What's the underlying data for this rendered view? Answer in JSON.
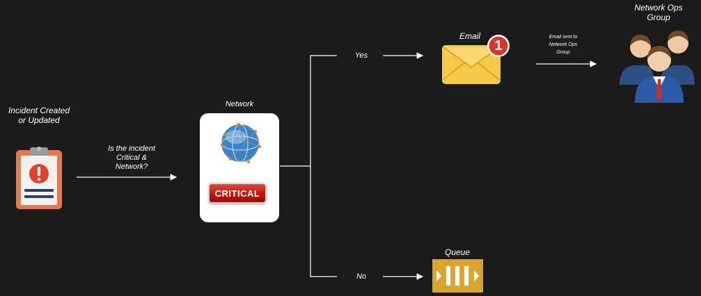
{
  "nodes": {
    "incident": {
      "label_line1": "Incident Created",
      "label_line2": "or Updated"
    },
    "decision": {
      "line1": "Is the incident",
      "line2": "Critical &",
      "line3": "Network?"
    },
    "network": {
      "title": "Network",
      "badge": "CRITICAL"
    },
    "email": {
      "title": "Email",
      "notification_count": "1"
    },
    "network_ops": {
      "line1": "Network Ops",
      "line2": "Group"
    },
    "queue": {
      "title": "Queue"
    }
  },
  "edges": {
    "yes": "Yes",
    "no": "No",
    "email_sent": {
      "line1": "Email sent to",
      "line2": "Network Ops",
      "line3": "Group"
    }
  },
  "colors": {
    "background": "#1c1b1b",
    "line": "#ffffff",
    "critical": "#c1150f",
    "queue": "#d8a532",
    "envelope": "#f7c948",
    "clipboard": "#e4784f"
  }
}
